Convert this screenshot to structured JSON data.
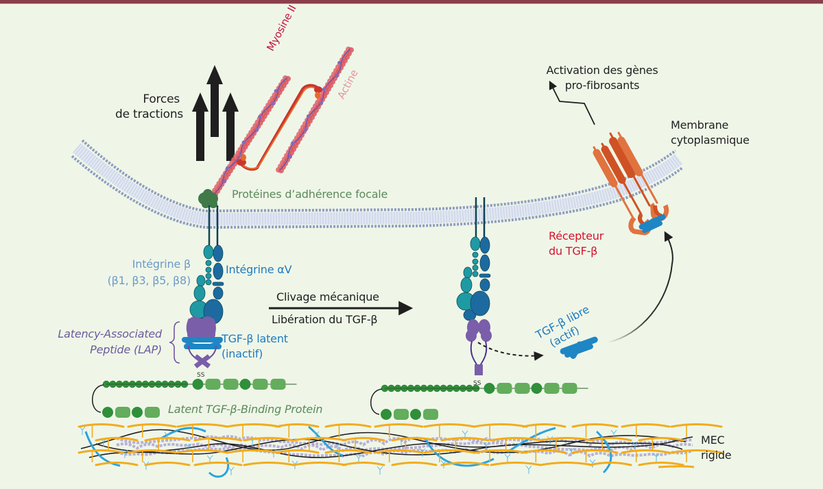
{
  "figure": {
    "top_bar_color": "#8b3f4d",
    "background_color": "#eff6e8"
  },
  "labels": {
    "forces": [
      "Forces",
      "de tractions"
    ],
    "myosine": "Myosine II",
    "actine": "Actine",
    "activation": [
      "Activation des gènes",
      "pro-fibrosants"
    ],
    "membrane": [
      "Membrane",
      "cytoplasmique"
    ],
    "adhesion": "Protéines d’adhérence focale",
    "integrine_beta": [
      "Intégrine β",
      "(β1, β3, β5, β8)"
    ],
    "integrine_av": "Intégrine αV",
    "clivage": "Clivage mécanique",
    "liberation": "Libération du TGF-β",
    "recepteur": [
      "Récepteur",
      "du TGF-β"
    ],
    "lap": [
      "Latency-Associated",
      "Peptide (LAP)"
    ],
    "tgf_latent": [
      "TGF-β latent",
      "(inactif)"
    ],
    "tgf_libre": [
      "TGF-β libre",
      "(actif)"
    ],
    "ltbp": "Latent TGF-β-Binding Protein",
    "mec": [
      "MEC",
      "rigide"
    ]
  },
  "colors": {
    "membrane": "#8f9dc0",
    "actin": "#e06a72",
    "myosin": "#c9362e",
    "focal_adhesion": "#3f7a48",
    "integrin_beta": "#1f9aa3",
    "integrin_av": "#1d6aa0",
    "lap": "#7a5ea9",
    "tgf": "#1e86c4",
    "ltbp_dark": "#2f8f3a",
    "ltbp_light": "#63ad5c",
    "receptor_light": "#e07340",
    "receptor_dark": "#cf5224",
    "ecm_collagen": "#f2ac1d",
    "ecm_fiber_blue": "#2aa3dc",
    "ecm_purple": "#8c76c5"
  }
}
